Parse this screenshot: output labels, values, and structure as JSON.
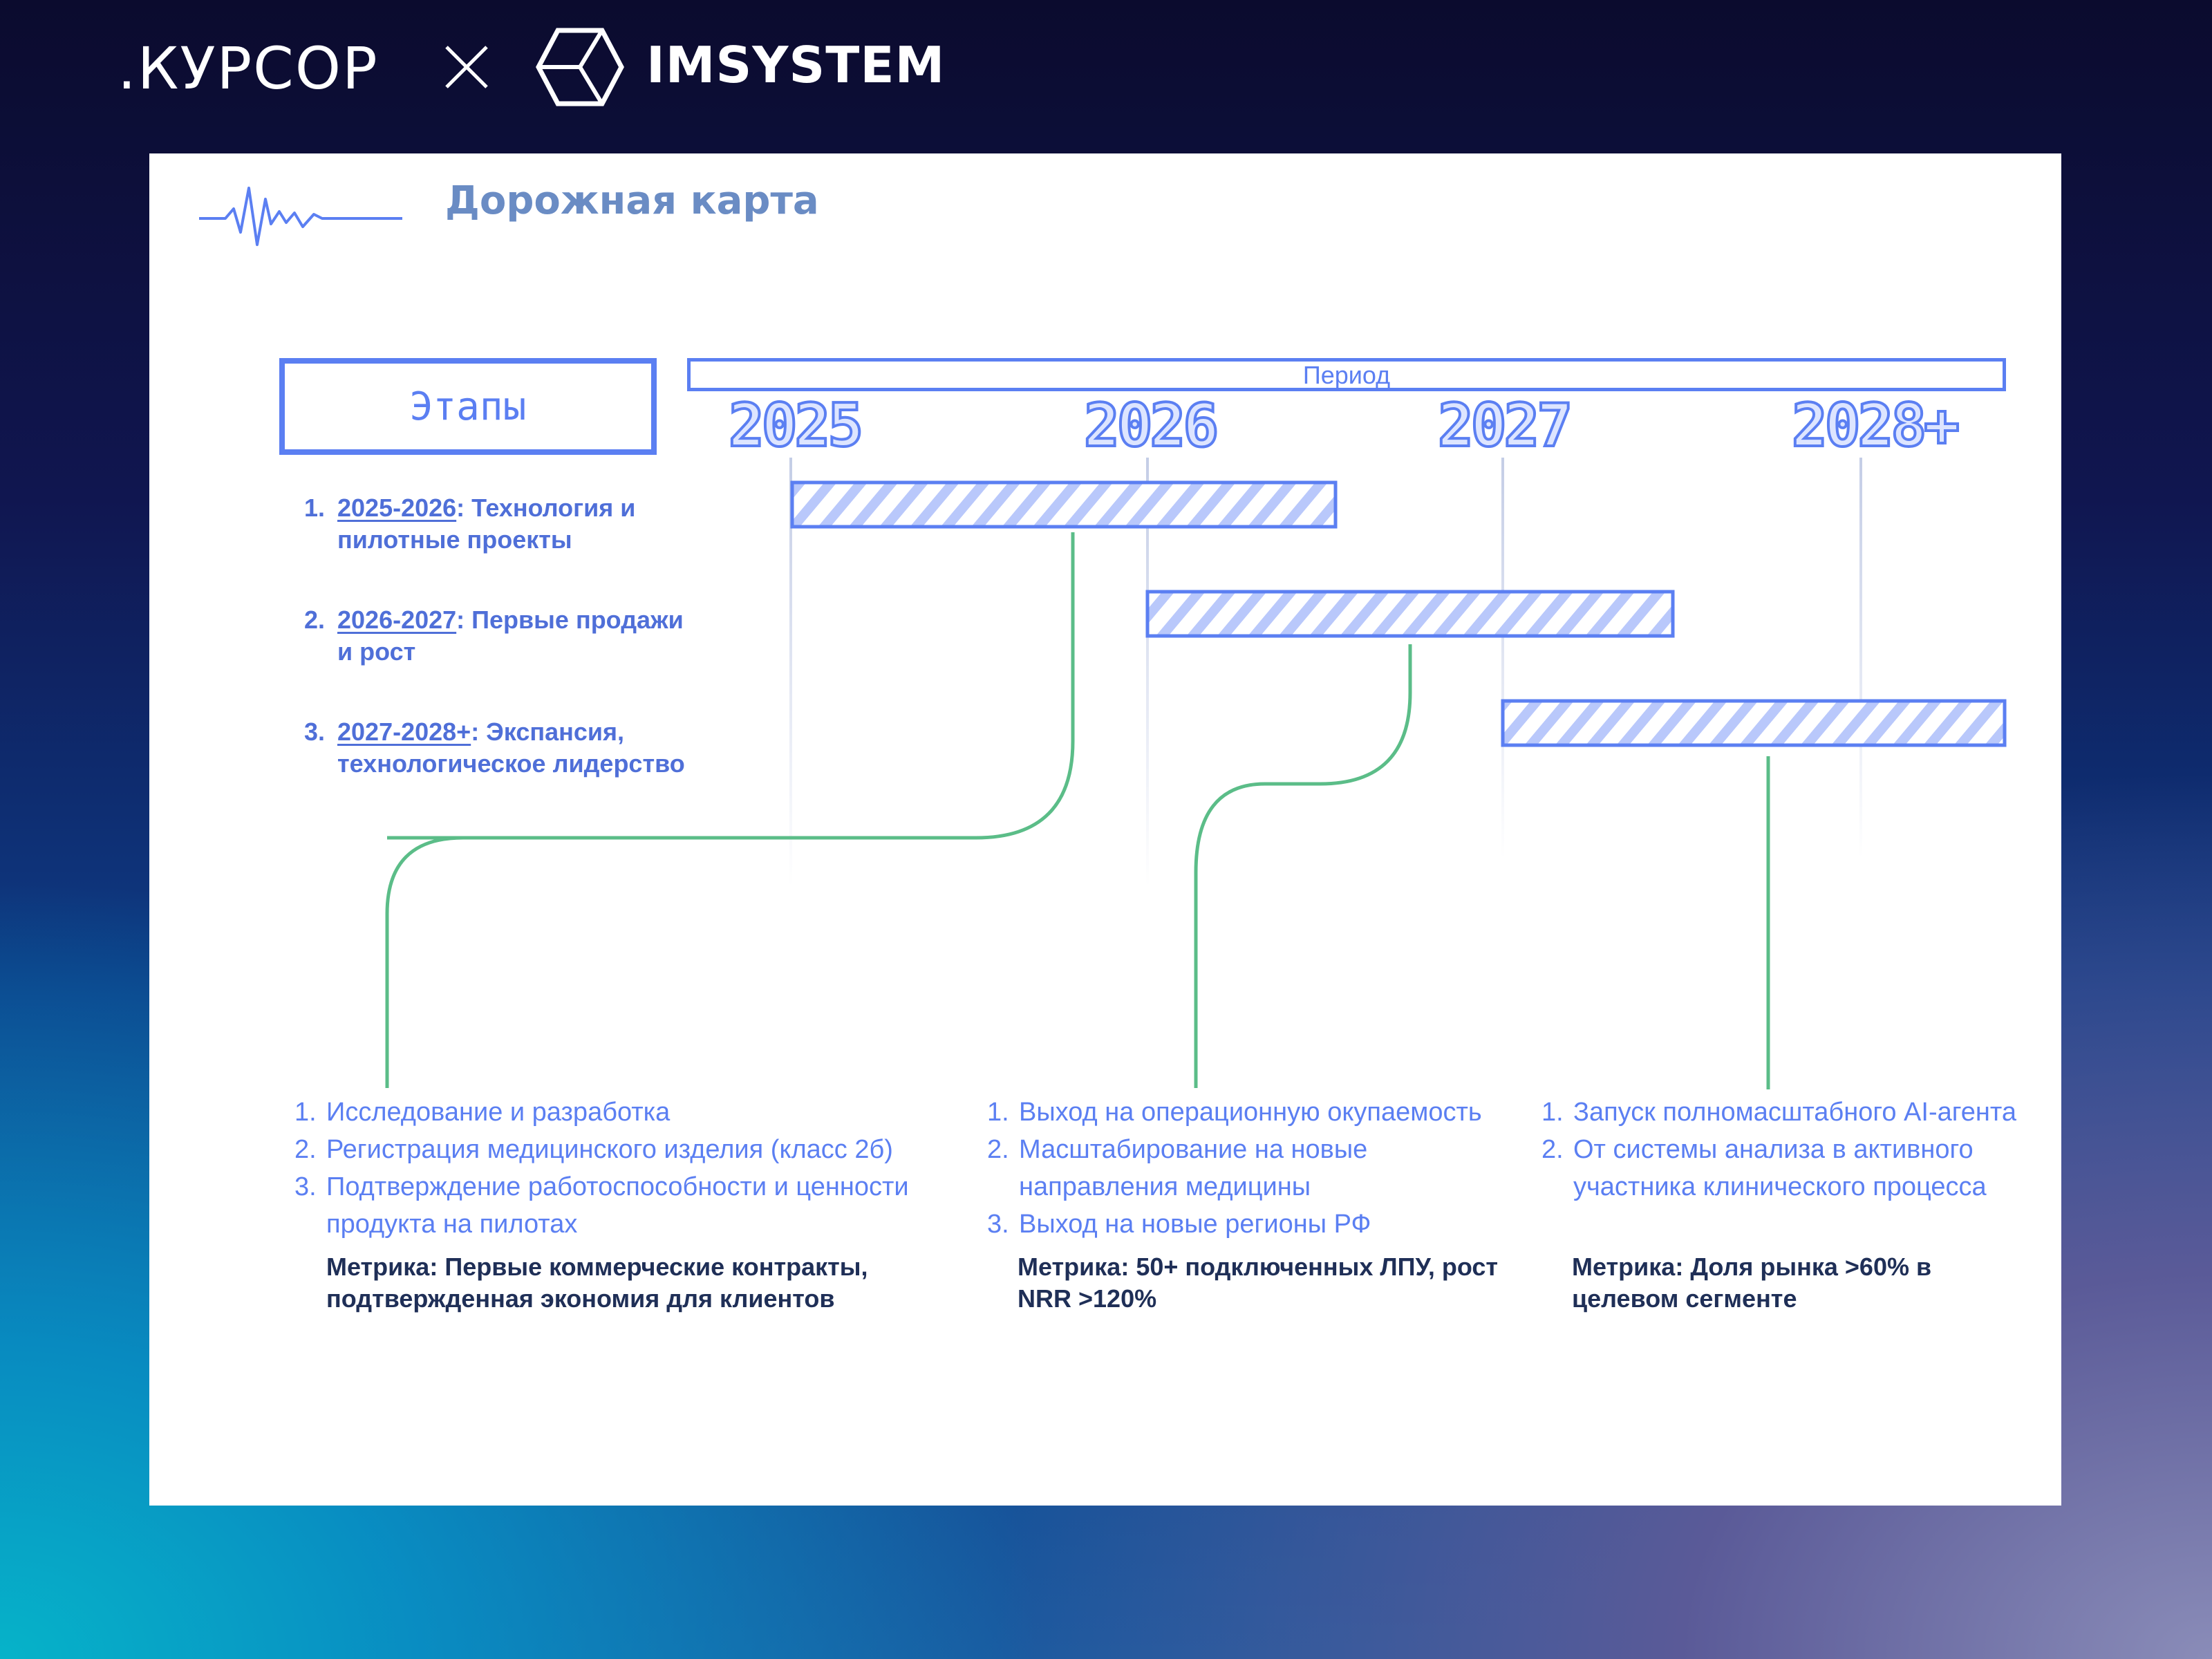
{
  "header": {
    "brand_left": ".КУРСОР",
    "brand_right": "IMSYSTEM",
    "separator_icon": "cross-icon",
    "hex_logo_icon": "hexagon-logo-icon"
  },
  "card": {
    "title": "Дорожная карта",
    "title_icon": "heartbeat-line-icon"
  },
  "diagram": {
    "stages_header": "Этапы",
    "period_header": "Период",
    "years": [
      "2025",
      "2026",
      "2027",
      "2028+"
    ],
    "stages": [
      {
        "num": "1.",
        "years": "2025-2026",
        "label": ": Технология и пилотные проекты"
      },
      {
        "num": "2.",
        "years": "2026-2027",
        "label": ": Первые продажи и рост"
      },
      {
        "num": "3.",
        "years": "2027-2028+",
        "label": ": Экспансия, технологическое лидерство"
      }
    ],
    "phases": [
      {
        "items": [
          {
            "num": "1.",
            "text": "Исследование и разработка"
          },
          {
            "num": "2.",
            "text": "Регистрация медицинского изделия (класс 2б)"
          },
          {
            "num": "3.",
            "text": "Подтверждение работоспособности и ценности продукта на пилотах"
          }
        ],
        "metric": "Метрика: Первые коммерческие контракты, подтвержденная экономия для клиентов"
      },
      {
        "items": [
          {
            "num": "1.",
            "text": "Выход на операционную окупаемость"
          },
          {
            "num": "2.",
            "text": "Масштабирование на новые направления медицины"
          },
          {
            "num": "3.",
            "text": "Выход на новые регионы РФ"
          }
        ],
        "metric": "Метрика: 50+ подключенных ЛПУ, рост NRR >120%"
      },
      {
        "items": [
          {
            "num": "1.",
            "text": "Запуск полномасштабного AI-агента"
          },
          {
            "num": "2.",
            "text": "От системы анализа в активного участника клинического процесса"
          }
        ],
        "metric": "Метрика: Доля рынка >60% в целевом сегменте"
      }
    ]
  },
  "colors": {
    "accent_blue": "#5b7ff2",
    "title_blue": "#6a8cc4",
    "connector_green": "#5bbd88",
    "metric_dark": "#1f2f57",
    "hatch_fill": "#b9c8fb"
  }
}
